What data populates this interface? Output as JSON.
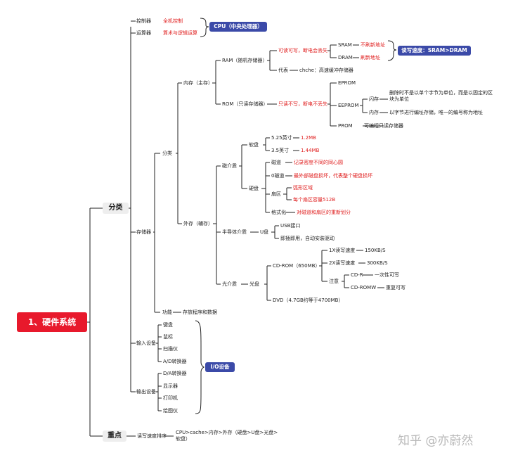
{
  "root": "1、硬件系统",
  "branches": {
    "classification": "分类",
    "key_points": "重点"
  },
  "cpu": {
    "controller": "控制器",
    "controller_desc": "全机控制",
    "alu": "运算器",
    "alu_desc": "算术与逻辑运算",
    "label": "CPU（中央处理器）"
  },
  "storage": {
    "label": "存储器",
    "category": "分类",
    "function": "功能",
    "function_desc": "存放程序和数据",
    "internal": {
      "label": "内存（主存）",
      "ram": "RAM（随机存储器）",
      "ram_desc": "可读可写，断电会丢失",
      "sram": "SRAM",
      "sram_desc": "不刷新地址",
      "dram": "DRAM",
      "dram_desc": "刷新地址",
      "speed_tag": "读写速度：SRAM>DRAM",
      "proxy": "代表",
      "proxy_desc": "chche：高速缓冲存储器",
      "rom": "ROM（只读存储器）",
      "rom_desc": "只读不写，断电不丢失",
      "eprom": "EPROM",
      "eeprom": "EEPROM",
      "flash": "闪存",
      "flash_desc": "删除时不是以单个字节为单位，而是以固定的区块为单位",
      "memory": "内存",
      "memory_desc": "以字节进行编址存储，唯一的编号称为地址",
      "prom": "PROM",
      "prom_desc": "可编程只读存储器"
    },
    "external": {
      "label": "外存（辅存）",
      "magnetic": "磁介质",
      "floppy": "软盘",
      "f525": "5.25英寸",
      "f525_cap": "1.2MB",
      "f35": "3.5英寸",
      "f35_cap": "1.44MB",
      "hdd": "硬盘",
      "track": "磁道",
      "track_desc": "记录密度不同的同心圆",
      "track0": "0磁道",
      "track0_desc": "最外部磁盘损坏，代表整个硬盘损坏",
      "sector": "扇区",
      "sector_desc1": "弧形区域",
      "sector_desc2": "每个扇区容量512B",
      "format": "格式化",
      "format_desc": "对磁道和扇区的重新划分",
      "semiconductor": "半导体介质",
      "udisk": "U盘",
      "usb": "USB接口",
      "plug": "即插即用，自动安装驱动",
      "optical": "光介质",
      "disc": "光盘",
      "cdrom": "CD-ROM（650MB）",
      "speed1x": "1X读写速度",
      "speed1x_val": "150KB/S",
      "speed2x": "2X读写速度",
      "speed2x_val": "300KB/S",
      "note": "注意",
      "cdr": "CD-R",
      "cdr_desc": "一次性可写",
      "cdrw": "CD-ROMW",
      "cdrw_desc": "重复可写",
      "dvd": "DVD（4.7GB约等于4700MB）"
    }
  },
  "io": {
    "label": "I/O设备",
    "input": "输入设备",
    "inputs": [
      "键盘",
      "鼠标",
      "扫描仪",
      "A/D转换器"
    ],
    "output": "输出设备",
    "outputs": [
      "D/A转换器",
      "显示器",
      "打印机",
      "绘图仪"
    ]
  },
  "key": {
    "order": "读写速度排序",
    "order_desc": "CPU>cache>内存>外存（硬盘>U盘>光盘>软盘）"
  },
  "watermark": "知乎 @亦蔚然",
  "colors": {
    "root": "#e8192c",
    "tag": "#3b4aa8",
    "highlight": "#e02020",
    "line": "#222222"
  }
}
